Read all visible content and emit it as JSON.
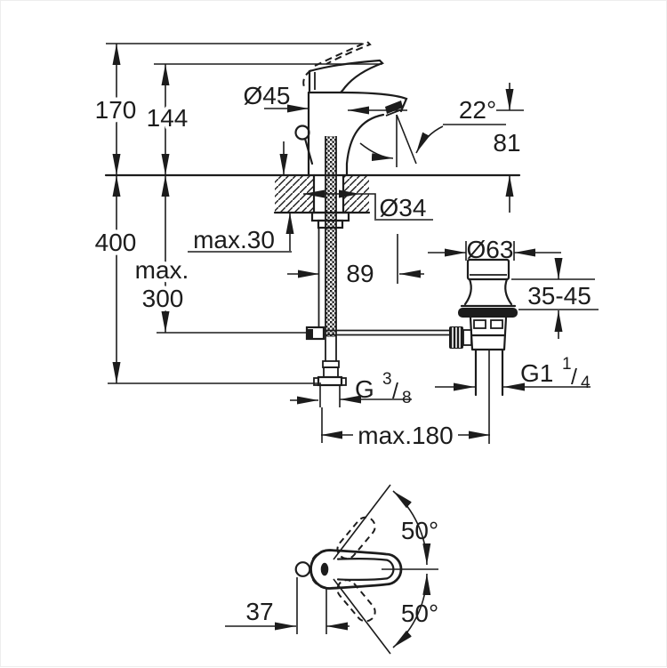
{
  "page": {
    "background": "#ffffff",
    "line_color": "#1c1c1c",
    "description": "faucet technical installation drawing"
  },
  "drawing": {
    "side_view": {
      "dimensions": {
        "total_height": "170",
        "height_to_lever": "144",
        "depth_below_counter": "400",
        "max_counter_thickness": "max.30",
        "max_insertion_line1": "max.",
        "max_insertion_line2": "300",
        "body_diameter": "Ø45",
        "hole_diameter": "Ø34",
        "spout_angle": "22°",
        "spout_height": "81",
        "spout_reach": "89",
        "hose_span": "max.180",
        "supply_thread": {
          "prefix": "G",
          "numerator": "3",
          "slash": "/",
          "denominator": "8"
        }
      }
    },
    "drain_detail": {
      "dimensions": {
        "flange_diameter": "Ø63",
        "mounting_thickness_range": "35-45",
        "waste_thread": {
          "prefix": "G1",
          "numerator": "1",
          "slash": "/",
          "denominator": "4"
        }
      }
    },
    "top_view": {
      "dimensions": {
        "swivel_angle_up": "50°",
        "swivel_angle_down": "50°",
        "spout_offset": "37"
      }
    }
  }
}
